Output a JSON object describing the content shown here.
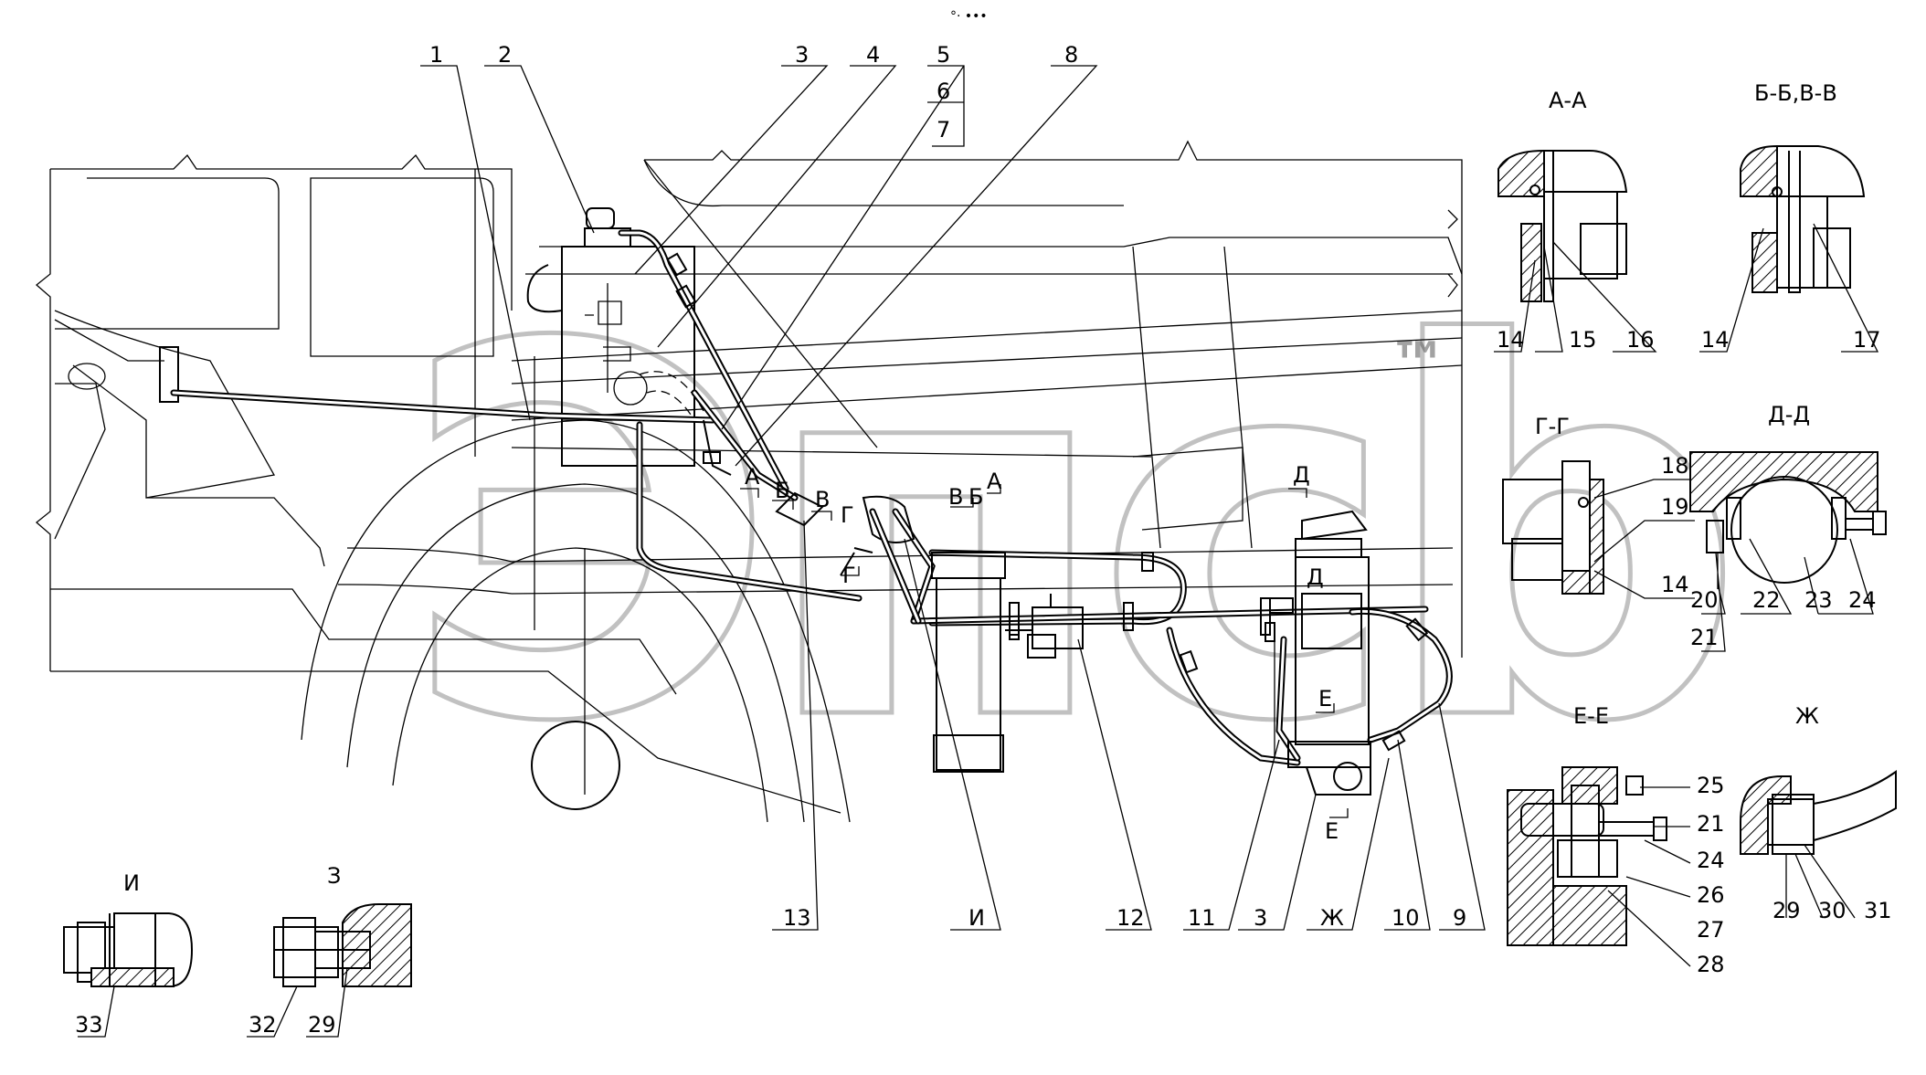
{
  "header_mark": "°· •••",
  "callouts_top": [
    "1",
    "2",
    "3",
    "4",
    "5",
    "6",
    "7",
    "8"
  ],
  "callouts_bottom": [
    "13",
    "И",
    "12",
    "11",
    "3",
    "Ж",
    "10",
    "9"
  ],
  "cut_marks": [
    "А",
    "Б",
    "В",
    "Г",
    "Д",
    "Е",
    "Б",
    "В",
    "А",
    "Г",
    "Д",
    "Е"
  ],
  "sections": {
    "aa": {
      "title": "А-А",
      "labels": [
        "14",
        "15",
        "16"
      ]
    },
    "bb": {
      "title": "Б-Б,В-В",
      "labels": [
        "14",
        "17"
      ]
    },
    "gg": {
      "title": "Г-Г",
      "labels": [
        "18",
        "19",
        "14"
      ]
    },
    "dd": {
      "title": "Д-Д",
      "labels": [
        "20",
        "21",
        "22",
        "23",
        "24"
      ]
    },
    "ee": {
      "title": "Е-Е",
      "labels": [
        "25",
        "21",
        "24",
        "26",
        "27",
        "28"
      ]
    },
    "zh": {
      "title": "Ж",
      "labels": [
        "29",
        "30",
        "31"
      ]
    },
    "i": {
      "title": "И",
      "labels": [
        "33"
      ]
    },
    "z": {
      "title": "З",
      "labels": [
        "32",
        "29"
      ]
    }
  },
  "watermark": {
    "text": "Эпсb",
    "tm": "™"
  }
}
